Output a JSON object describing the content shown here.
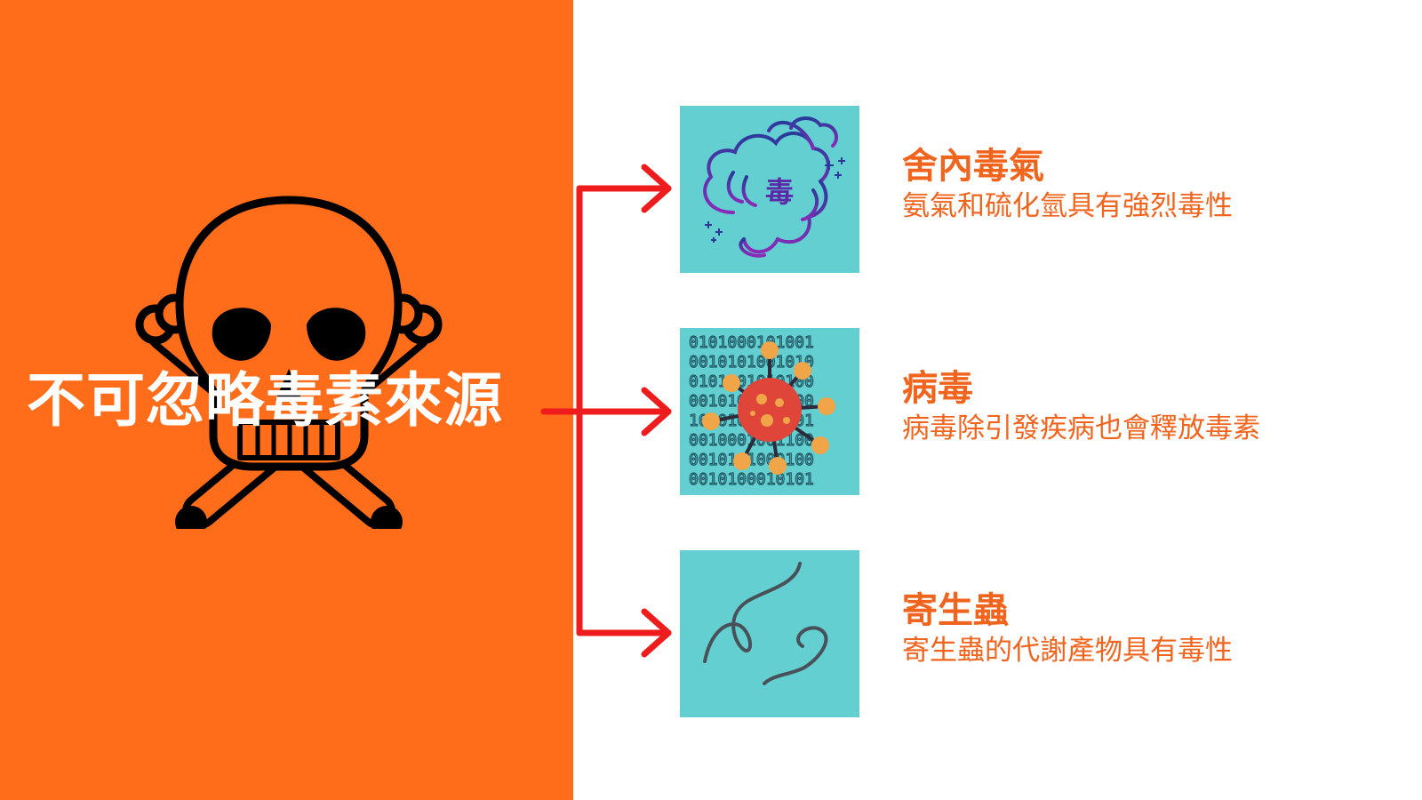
{
  "main": {
    "title": "不可忽略毒素來源"
  },
  "items": [
    {
      "title": "舍內毒氣",
      "desc": "氨氣和硫化氫具有強烈毒性",
      "icon": "toxic-gas-cloud-icon",
      "icon_text": "毒"
    },
    {
      "title": "病毒",
      "desc": "病毒除引發疾病也會釋放毒素",
      "icon": "virus-icon"
    },
    {
      "title": "寄生蟲",
      "desc": "寄生蟲的代謝產物具有毒性",
      "icon": "parasite-worm-icon"
    }
  ],
  "colors": {
    "panel": "#ff6c1a",
    "accent_text": "#f0641e",
    "arrow": "#ee1c1c",
    "tile": "#63cfd1"
  }
}
